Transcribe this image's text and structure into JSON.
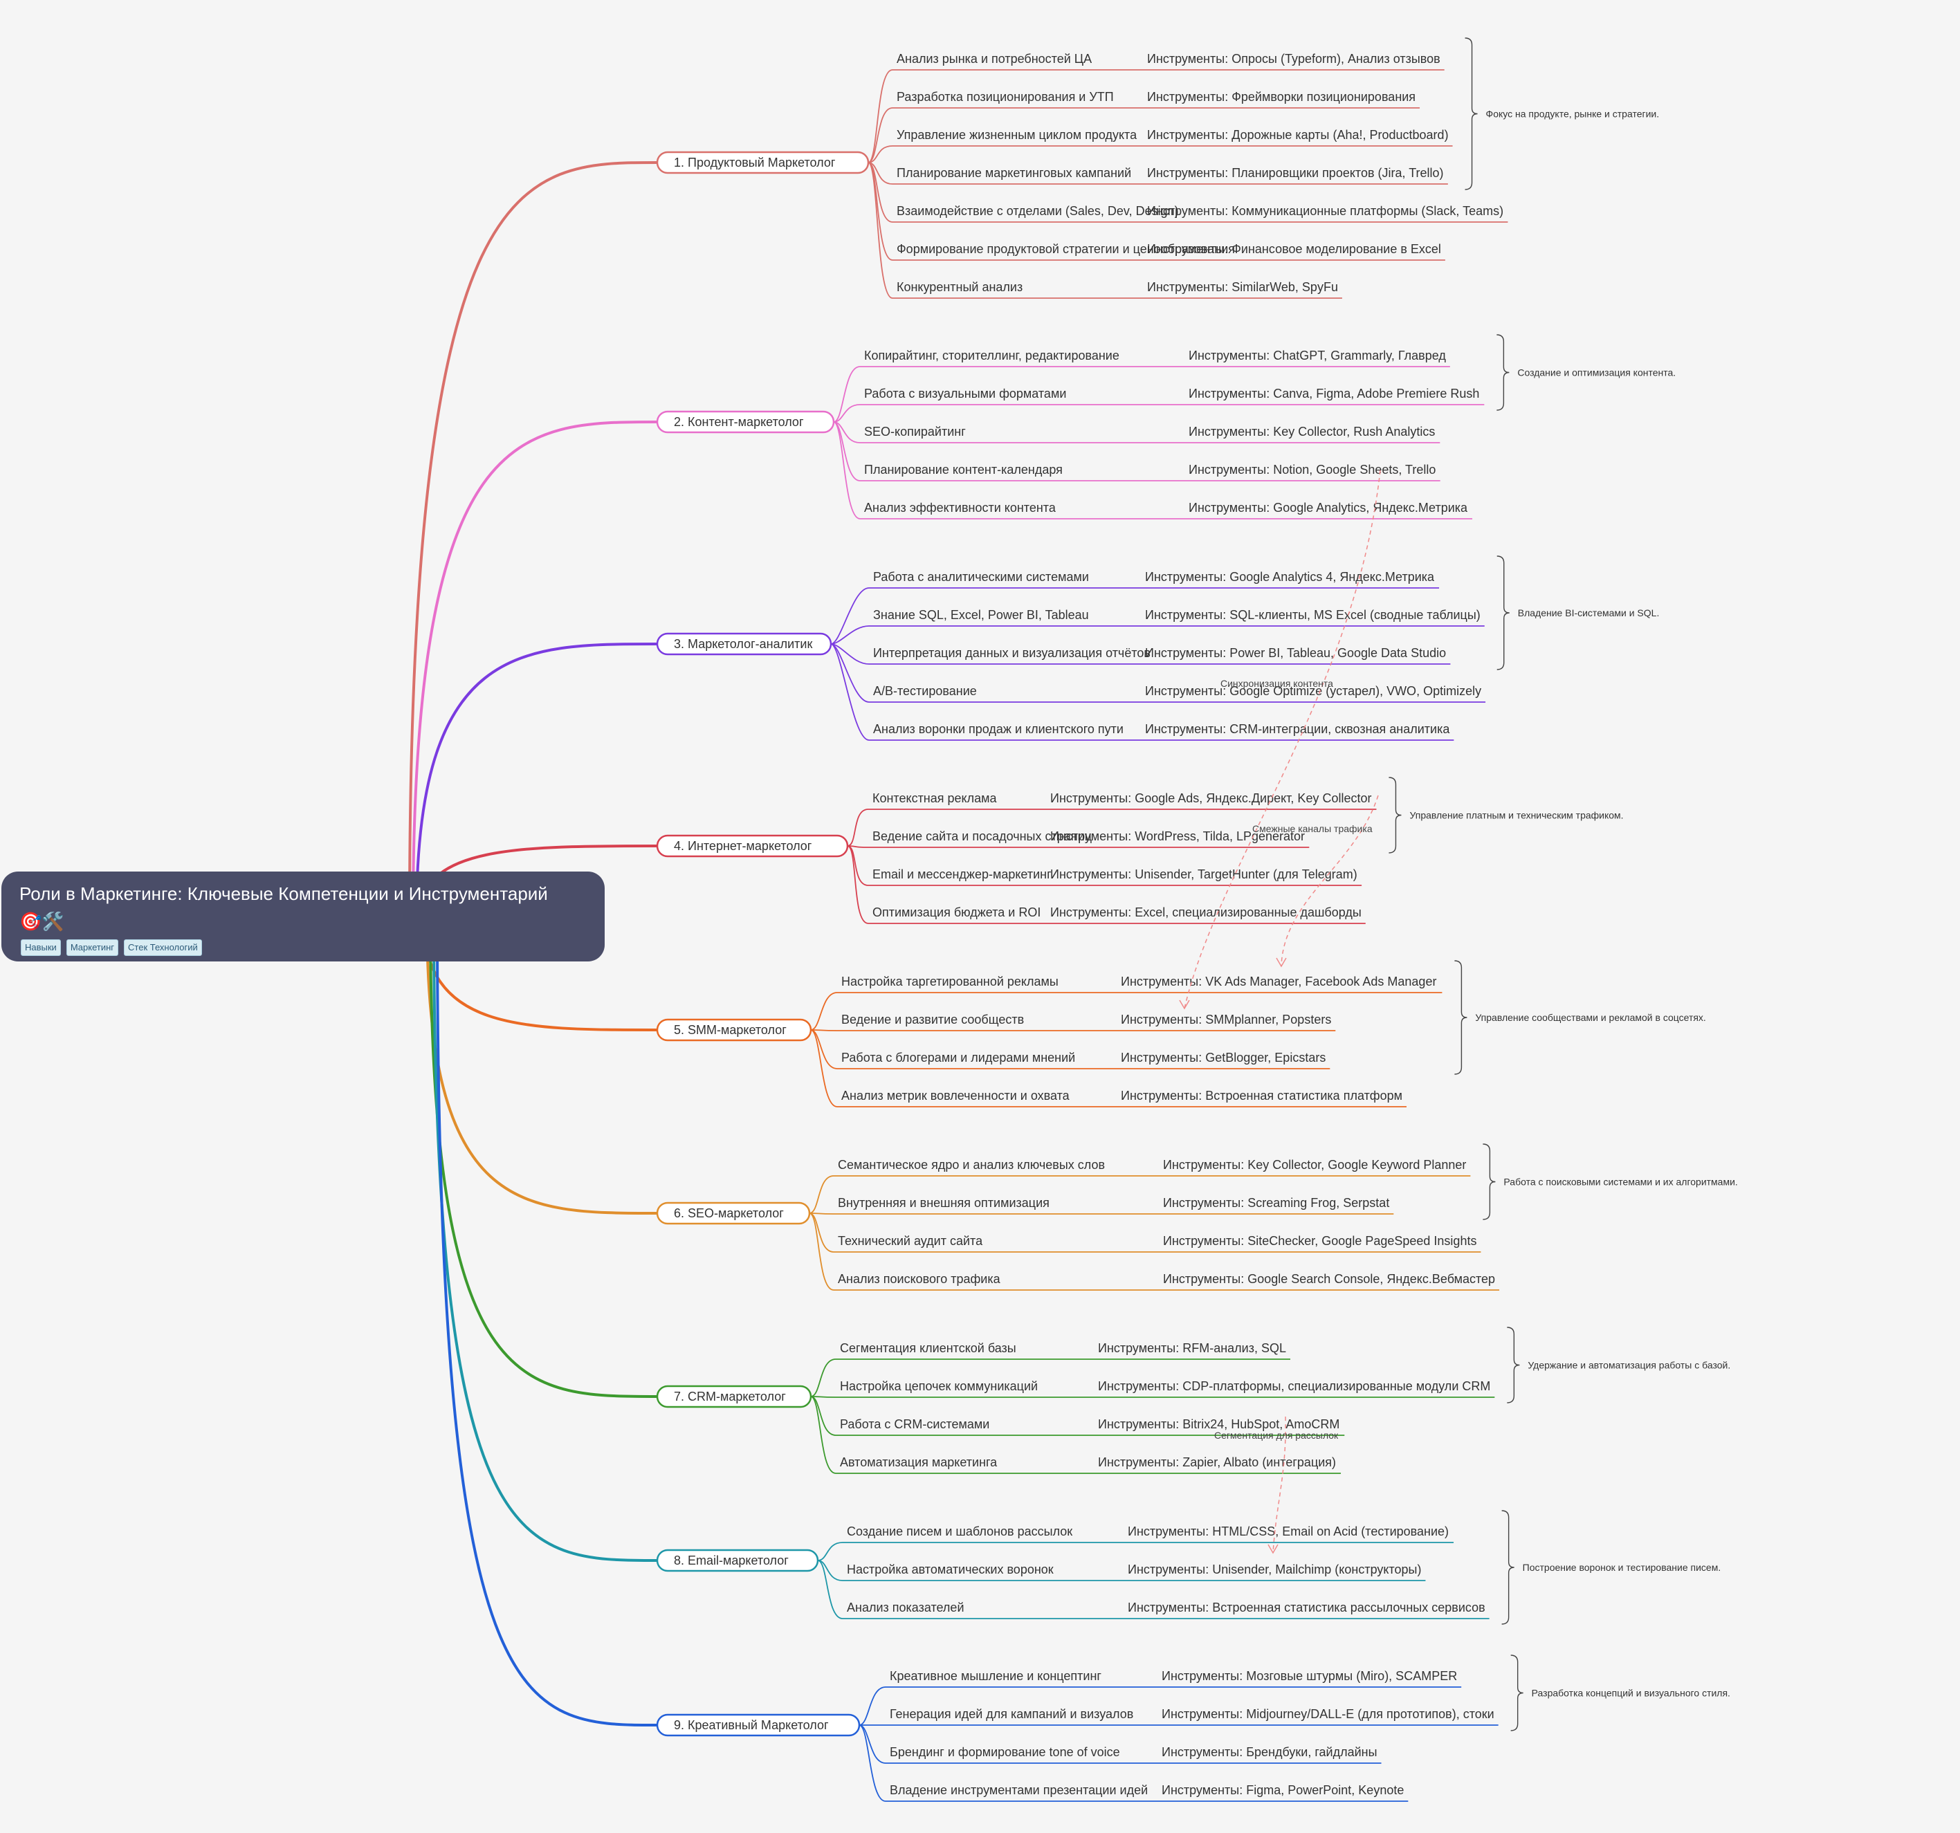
{
  "root": {
    "title": "Роли в Маркетинге: Ключевые Компетенции и Инструментарий",
    "emoji": "🎯🛠️",
    "tags": [
      "Навыки",
      "Маркетинг",
      "Стек Технологий"
    ]
  },
  "branches": [
    {
      "label": "1. Продуктовый Маркетолог",
      "color": "#d9706b",
      "items": [
        {
          "skill": "Анализ рынка и потребностей ЦА",
          "tool": "Инструменты: Опросы (Typeform), Анализ отзывов"
        },
        {
          "skill": "Разработка позиционирования и УТП",
          "tool": "Инструменты: Фреймворки позиционирования"
        },
        {
          "skill": "Управление жизненным циклом продукта",
          "tool": "Инструменты: Дорожные карты (Aha!, Productboard)"
        },
        {
          "skill": "Планирование маркетинговых кампаний",
          "tool": "Инструменты: Планировщики проектов (Jira, Trello)"
        },
        {
          "skill": "Взаимодействие с отделами (Sales, Dev, Design)",
          "tool": "Инструменты: Коммуникационные платформы (Slack, Teams)"
        },
        {
          "skill": "Формирование продуктовой стратегии и ценообразования",
          "tool": "Инструменты: Финансовое моделирование в Excel"
        },
        {
          "skill": "Конкурентный анализ",
          "tool": "Инструменты: SimilarWeb, SpyFu"
        }
      ],
      "summary": "Фокус на продукте, рынке и стратегии."
    },
    {
      "label": "2. Контент-маркетолог",
      "color": "#e86fcb",
      "items": [
        {
          "skill": "Копирайтинг, сторителлинг, редактирование",
          "tool": "Инструменты: ChatGPT, Grammarly, Главред"
        },
        {
          "skill": "Работа с визуальными форматами",
          "tool": "Инструменты: Canva, Figma, Adobe Premiere Rush"
        },
        {
          "skill": "SEO-копирайтинг",
          "tool": "Инструменты: Key Collector, Rush Analytics"
        },
        {
          "skill": "Планирование контент-календаря",
          "tool": "Инструменты: Notion, Google Sheets, Trello"
        },
        {
          "skill": "Анализ эффективности контента",
          "tool": "Инструменты: Google Analytics, Яндекс.Метрика"
        }
      ],
      "summary": "Создание и оптимизация контента."
    },
    {
      "label": "3. Маркетолог-аналитик",
      "color": "#7a3be0",
      "items": [
        {
          "skill": "Работа с аналитическими системами",
          "tool": "Инструменты: Google Analytics 4, Яндекс.Метрика"
        },
        {
          "skill": "Знание SQL, Excel, Power BI, Tableau",
          "tool": "Инструменты: SQL-клиенты, MS Excel (сводные таблицы)"
        },
        {
          "skill": "Интерпретация данных и визуализация отчётов",
          "tool": "Инструменты: Power BI, Tableau, Google Data Studio"
        },
        {
          "skill": "A/B-тестирование",
          "tool": "Инструменты: Google Optimize (устарел), VWO, Optimizely"
        },
        {
          "skill": "Анализ воронки продаж и клиентского пути",
          "tool": "Инструменты: CRM-интеграции, сквозная аналитика"
        }
      ],
      "summary": "Владение BI-системами и SQL."
    },
    {
      "label": "4. Интернет-маркетолог",
      "color": "#d7404f",
      "items": [
        {
          "skill": "Контекстная реклама",
          "tool": "Инструменты: Google Ads, Яндекс.Директ, Key Collector"
        },
        {
          "skill": "Ведение сайта и посадочных страниц",
          "tool": "Инструменты: WordPress, Tilda, LPgenerator"
        },
        {
          "skill": "Email и мессенджер-маркетинг",
          "tool": "Инструменты: Unisender, TargetHunter (для Telegram)"
        },
        {
          "skill": "Оптимизация бюджета и ROI",
          "tool": "Инструменты: Excel, специализированные дашборды"
        }
      ],
      "summary": "Управление платным и техническим трафиком."
    },
    {
      "label": "5. SMM-маркетолог",
      "color": "#ea6a24",
      "items": [
        {
          "skill": "Настройка таргетированной рекламы",
          "tool": "Инструменты: VK Ads Manager, Facebook Ads Manager"
        },
        {
          "skill": "Ведение и развитие сообществ",
          "tool": "Инструменты: SMMplanner, Popsters"
        },
        {
          "skill": "Работа с блогерами и лидерами мнений",
          "tool": "Инструменты: GetBlogger, Epicstars"
        },
        {
          "skill": "Анализ метрик вовлеченности и охвата",
          "tool": "Инструменты: Встроенная статистика платформ"
        }
      ],
      "summary": "Управление сообществами и рекламой в соцсетях."
    },
    {
      "label": "6. SEO-маркетолог",
      "color": "#e08e2c",
      "items": [
        {
          "skill": "Семантическое ядро и анализ ключевых слов",
          "tool": "Инструменты: Key Collector, Google Keyword Planner"
        },
        {
          "skill": "Внутренняя и внешняя оптимизация",
          "tool": "Инструменты: Screaming Frog, Serpstat"
        },
        {
          "skill": "Технический аудит сайта",
          "tool": "Инструменты: SiteChecker, Google PageSpeed Insights"
        },
        {
          "skill": "Анализ поискового трафика",
          "tool": "Инструменты: Google Search Console, Яндекс.Вебмастер"
        }
      ],
      "summary": "Работа с поисковыми системами и их алгоритмами."
    },
    {
      "label": "7. CRM-маркетолог",
      "color": "#3c9a2e",
      "items": [
        {
          "skill": "Сегментация клиентской базы",
          "tool": "Инструменты: RFM-анализ, SQL"
        },
        {
          "skill": "Настройка цепочек коммуникаций",
          "tool": "Инструменты: CDP-платформы, специализированные модули CRM"
        },
        {
          "skill": "Работа с CRM-системами",
          "tool": "Инструменты: Bitrix24, HubSpot, AmoCRM"
        },
        {
          "skill": "Автоматизация маркетинга",
          "tool": "Инструменты: Zapier, Albato (интеграция)"
        }
      ],
      "summary": "Удержание и автоматизация работы с базой."
    },
    {
      "label": "8. Email-маркетолог",
      "color": "#1e97a8",
      "items": [
        {
          "skill": "Создание писем и шаблонов рассылок",
          "tool": "Инструменты: HTML/CSS, Email on Acid (тестирование)"
        },
        {
          "skill": "Настройка автоматических воронок",
          "tool": "Инструменты: Unisender, Mailchimp (конструкторы)"
        },
        {
          "skill": "Анализ показателей",
          "tool": "Инструменты: Встроенная статистика рассылочных сервисов"
        }
      ],
      "summary": "Построение воронок и тестирование писем."
    },
    {
      "label": "9. Креативный Маркетолог",
      "color": "#2360d8",
      "items": [
        {
          "skill": "Креативное мышление и концептинг",
          "tool": "Инструменты: Мозговые штурмы (Miro), SCAMPER"
        },
        {
          "skill": "Генерация идей для кампаний и визуалов",
          "tool": "Инструменты: Midjourney/DALL-E (для прототипов), стоки"
        },
        {
          "skill": "Брендинг и формирование tone of voice",
          "tool": "Инструменты: Брендбуки, гайдлайны"
        },
        {
          "skill": "Владение инструментами презентации идей",
          "tool": "Инструменты: Figma, PowerPoint, Keynote"
        }
      ],
      "summary": "Разработка концепций и визуального стиля."
    }
  ],
  "links": [
    {
      "label": "Синхронизация контента"
    },
    {
      "label": "Смежные каналы трафика"
    },
    {
      "label": "Сегментация для рассылок"
    }
  ]
}
